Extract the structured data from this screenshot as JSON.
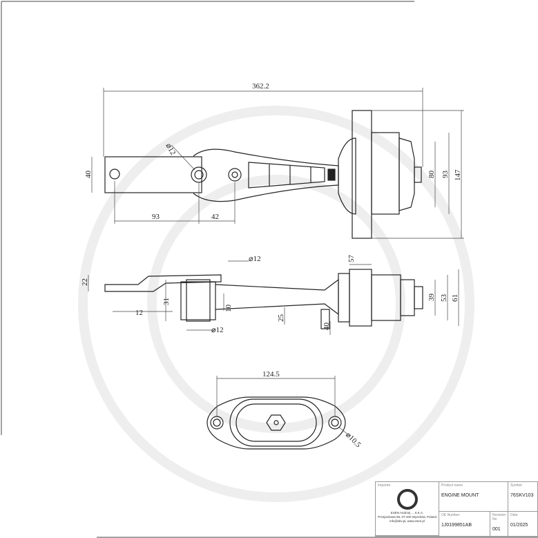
{
  "drawing": {
    "top_view": {
      "overall_length": "362.2",
      "hole_dia": "⌀12",
      "arm_width": "40",
      "hole_spacing_1": "93",
      "hole_spacing_2": "42",
      "flange_inner": "80",
      "flange_mid": "93",
      "flange_outer": "147"
    },
    "side_view": {
      "flange_thickness": "57",
      "hole_dia_top": "⌀12",
      "offset": "22",
      "tab": "12",
      "bush_height": "31",
      "gap": "10",
      "arm_height": "25",
      "lower": "40",
      "inner": "39",
      "mid": "53",
      "outer": "61",
      "hole_dia_bottom": "⌀12"
    },
    "end_view": {
      "hole_spacing": "124.5",
      "hole_dia": "⌀10.5"
    }
  },
  "title_block": {
    "importer_label": "Importer",
    "importer_lines": [
      "ESEN Andrzej ... S.K.A.",
      "Przejazdowa 59, 07-200 Wyszków, Poland",
      "info@skv.pl, www.esen.pl"
    ],
    "product_name_label": "Product name",
    "product_name": "ENGINE MOUNT",
    "symbol_label": "Symbol",
    "symbol": "76SKV103",
    "oe_label": "OE Number",
    "oe_number": "1J0199851AB",
    "revision_label": "Revision No",
    "revision": "001",
    "date_label": "Date",
    "date": "01/2025"
  },
  "colors": {
    "line": "#222222",
    "watermark": "#eeeeee"
  }
}
